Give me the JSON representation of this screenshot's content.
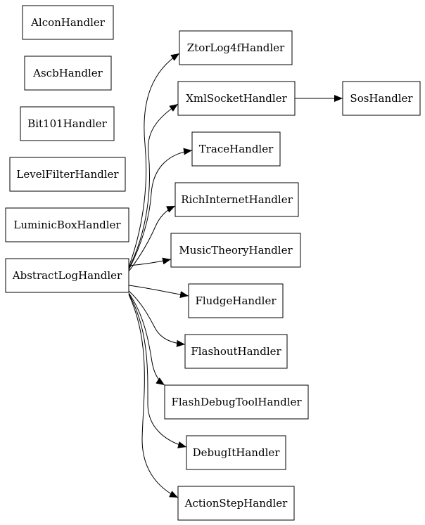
{
  "nodes": [
    {
      "id": "alcon",
      "label": "AlconHandler"
    },
    {
      "id": "ascb",
      "label": "AscbHandler"
    },
    {
      "id": "bit101",
      "label": "Bit101Handler"
    },
    {
      "id": "levelfilter",
      "label": "LevelFilterHandler"
    },
    {
      "id": "luminicbox",
      "label": "LuminicBoxHandler"
    },
    {
      "id": "abstractlog",
      "label": "AbstractLogHandler"
    },
    {
      "id": "ztorlog4f",
      "label": "ZtorLog4fHandler"
    },
    {
      "id": "xmlsocket",
      "label": "XmlSocketHandler"
    },
    {
      "id": "sos",
      "label": "SosHandler"
    },
    {
      "id": "trace",
      "label": "TraceHandler"
    },
    {
      "id": "richinternet",
      "label": "RichInternetHandler"
    },
    {
      "id": "musictheory",
      "label": "MusicTheoryHandler"
    },
    {
      "id": "fludge",
      "label": "FludgeHandler"
    },
    {
      "id": "flashout",
      "label": "FlashoutHandler"
    },
    {
      "id": "flashdebugtool",
      "label": "FlashDebugToolHandler"
    },
    {
      "id": "debugit",
      "label": "DebugItHandler"
    },
    {
      "id": "actionstep",
      "label": "ActionStepHandler"
    }
  ],
  "edges": [
    {
      "from": "abstractlog",
      "to": "ztorlog4f"
    },
    {
      "from": "abstractlog",
      "to": "xmlsocket"
    },
    {
      "from": "abstractlog",
      "to": "trace"
    },
    {
      "from": "abstractlog",
      "to": "richinternet"
    },
    {
      "from": "abstractlog",
      "to": "musictheory"
    },
    {
      "from": "abstractlog",
      "to": "fludge"
    },
    {
      "from": "abstractlog",
      "to": "flashout"
    },
    {
      "from": "abstractlog",
      "to": "flashdebugtool"
    },
    {
      "from": "abstractlog",
      "to": "debugit"
    },
    {
      "from": "abstractlog",
      "to": "actionstep"
    },
    {
      "from": "xmlsocket",
      "to": "sos"
    }
  ]
}
